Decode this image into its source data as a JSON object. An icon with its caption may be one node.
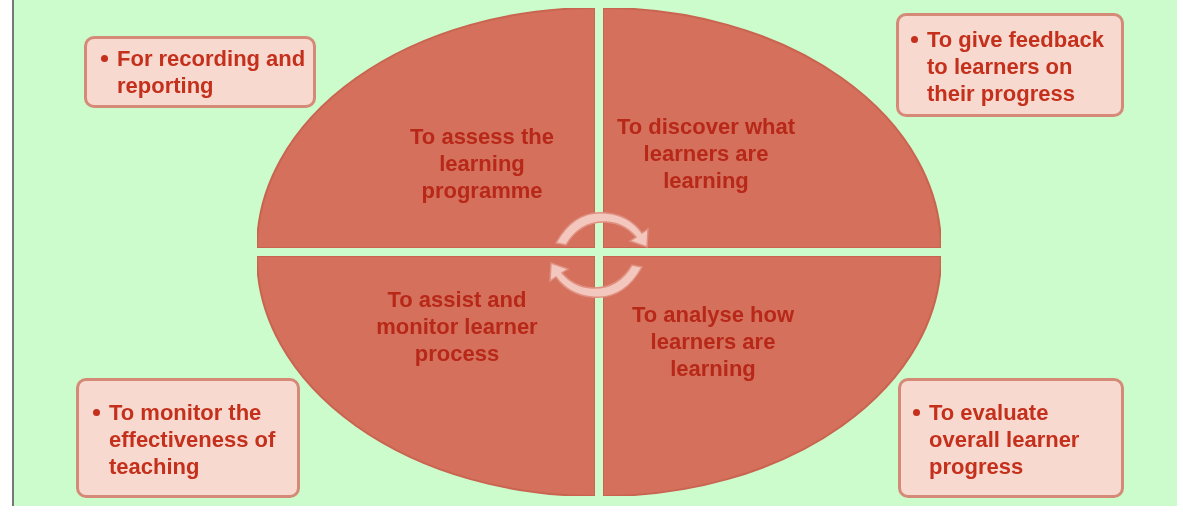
{
  "diagram": {
    "nodes": [
      {
        "text": [
          "For recording and reporting"
        ]
      },
      {
        "text": [
          "To give feedback to learners on their progress"
        ]
      },
      {
        "text": [
          "To assess the learning programme"
        ]
      },
      {
        "text": [
          "To discover what learners are learning"
        ]
      },
      {
        "text": [
          "To assist and monitor learner process"
        ]
      },
      {
        "text": [
          "To analyse how learners are learning"
        ]
      },
      {
        "text": [
          "To monitor the effectiveness of teaching"
        ]
      },
      {
        "text": [
          "To evaluate overall learner progress"
        ]
      }
    ]
  }
}
